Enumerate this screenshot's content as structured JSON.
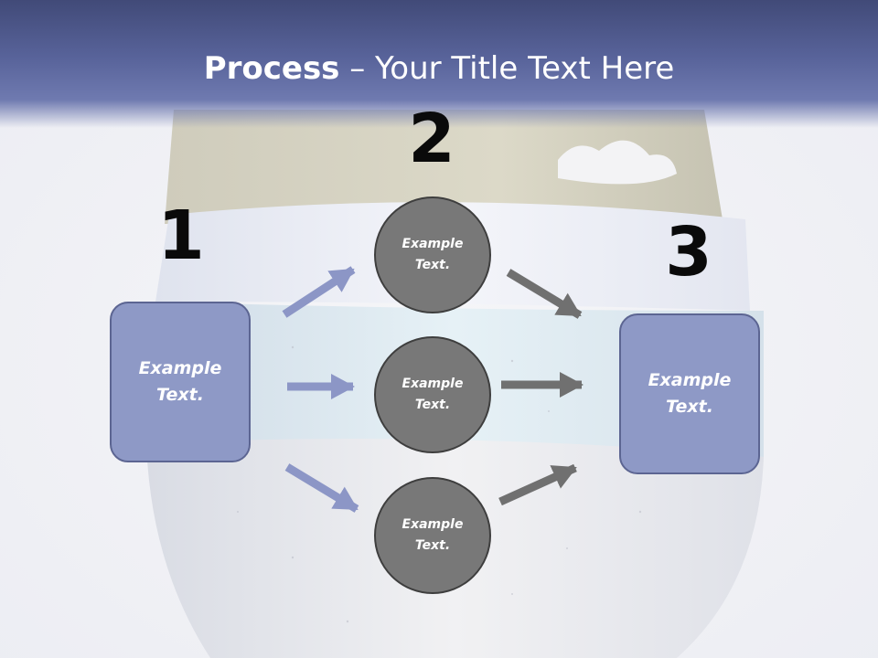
{
  "slide": {
    "title_bold": "Process",
    "title_rest": " – Your Title Text Here",
    "step_numbers": [
      "1",
      "2",
      "3"
    ],
    "left_box_text": "Example Text.",
    "right_box_text": "Example Text.",
    "circle_texts": [
      "Example Text.",
      "Example Text.",
      "Example Text."
    ]
  },
  "colors": {
    "header": "#4a548a",
    "box_fill": "#8e99c6",
    "box_border": "#5c6592",
    "circle_fill": "#787878",
    "circle_border": "#3e3e3e",
    "arrow_blue": "#8c96c6",
    "arrow_gray": "#707070"
  }
}
